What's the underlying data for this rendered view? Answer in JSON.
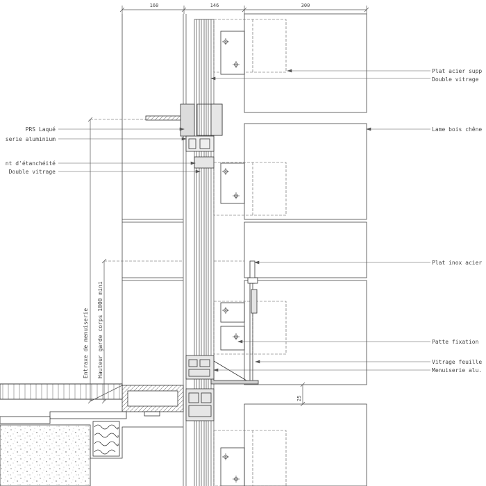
{
  "dimensions": {
    "d1": "160",
    "d2": "146",
    "d3": "300",
    "gap": "25"
  },
  "labels_right": {
    "plat_acier": "Plat acier supp",
    "double_vitrage_top": "Double vitrage",
    "lame_bois": "Lame bois chêne",
    "plat_inox": "Plat inox acier",
    "patte_fixation": "Patte fixation",
    "vitrage_feuillete": "Vitrage feuille",
    "menuiserie_alu": "Menuiserie alu."
  },
  "labels_left": {
    "prs_laque": "PRS Laqué",
    "menuiserie_aluminium": "serie aluminium",
    "joint_etancheite": "nt d'étanchéité",
    "double_vitrage": "Double vitrage"
  },
  "labels_vertical": {
    "entraxe": "Entraxe de menuiserie",
    "hauteur_garde_corps": "Hauteur garde corps 1000 mini"
  }
}
